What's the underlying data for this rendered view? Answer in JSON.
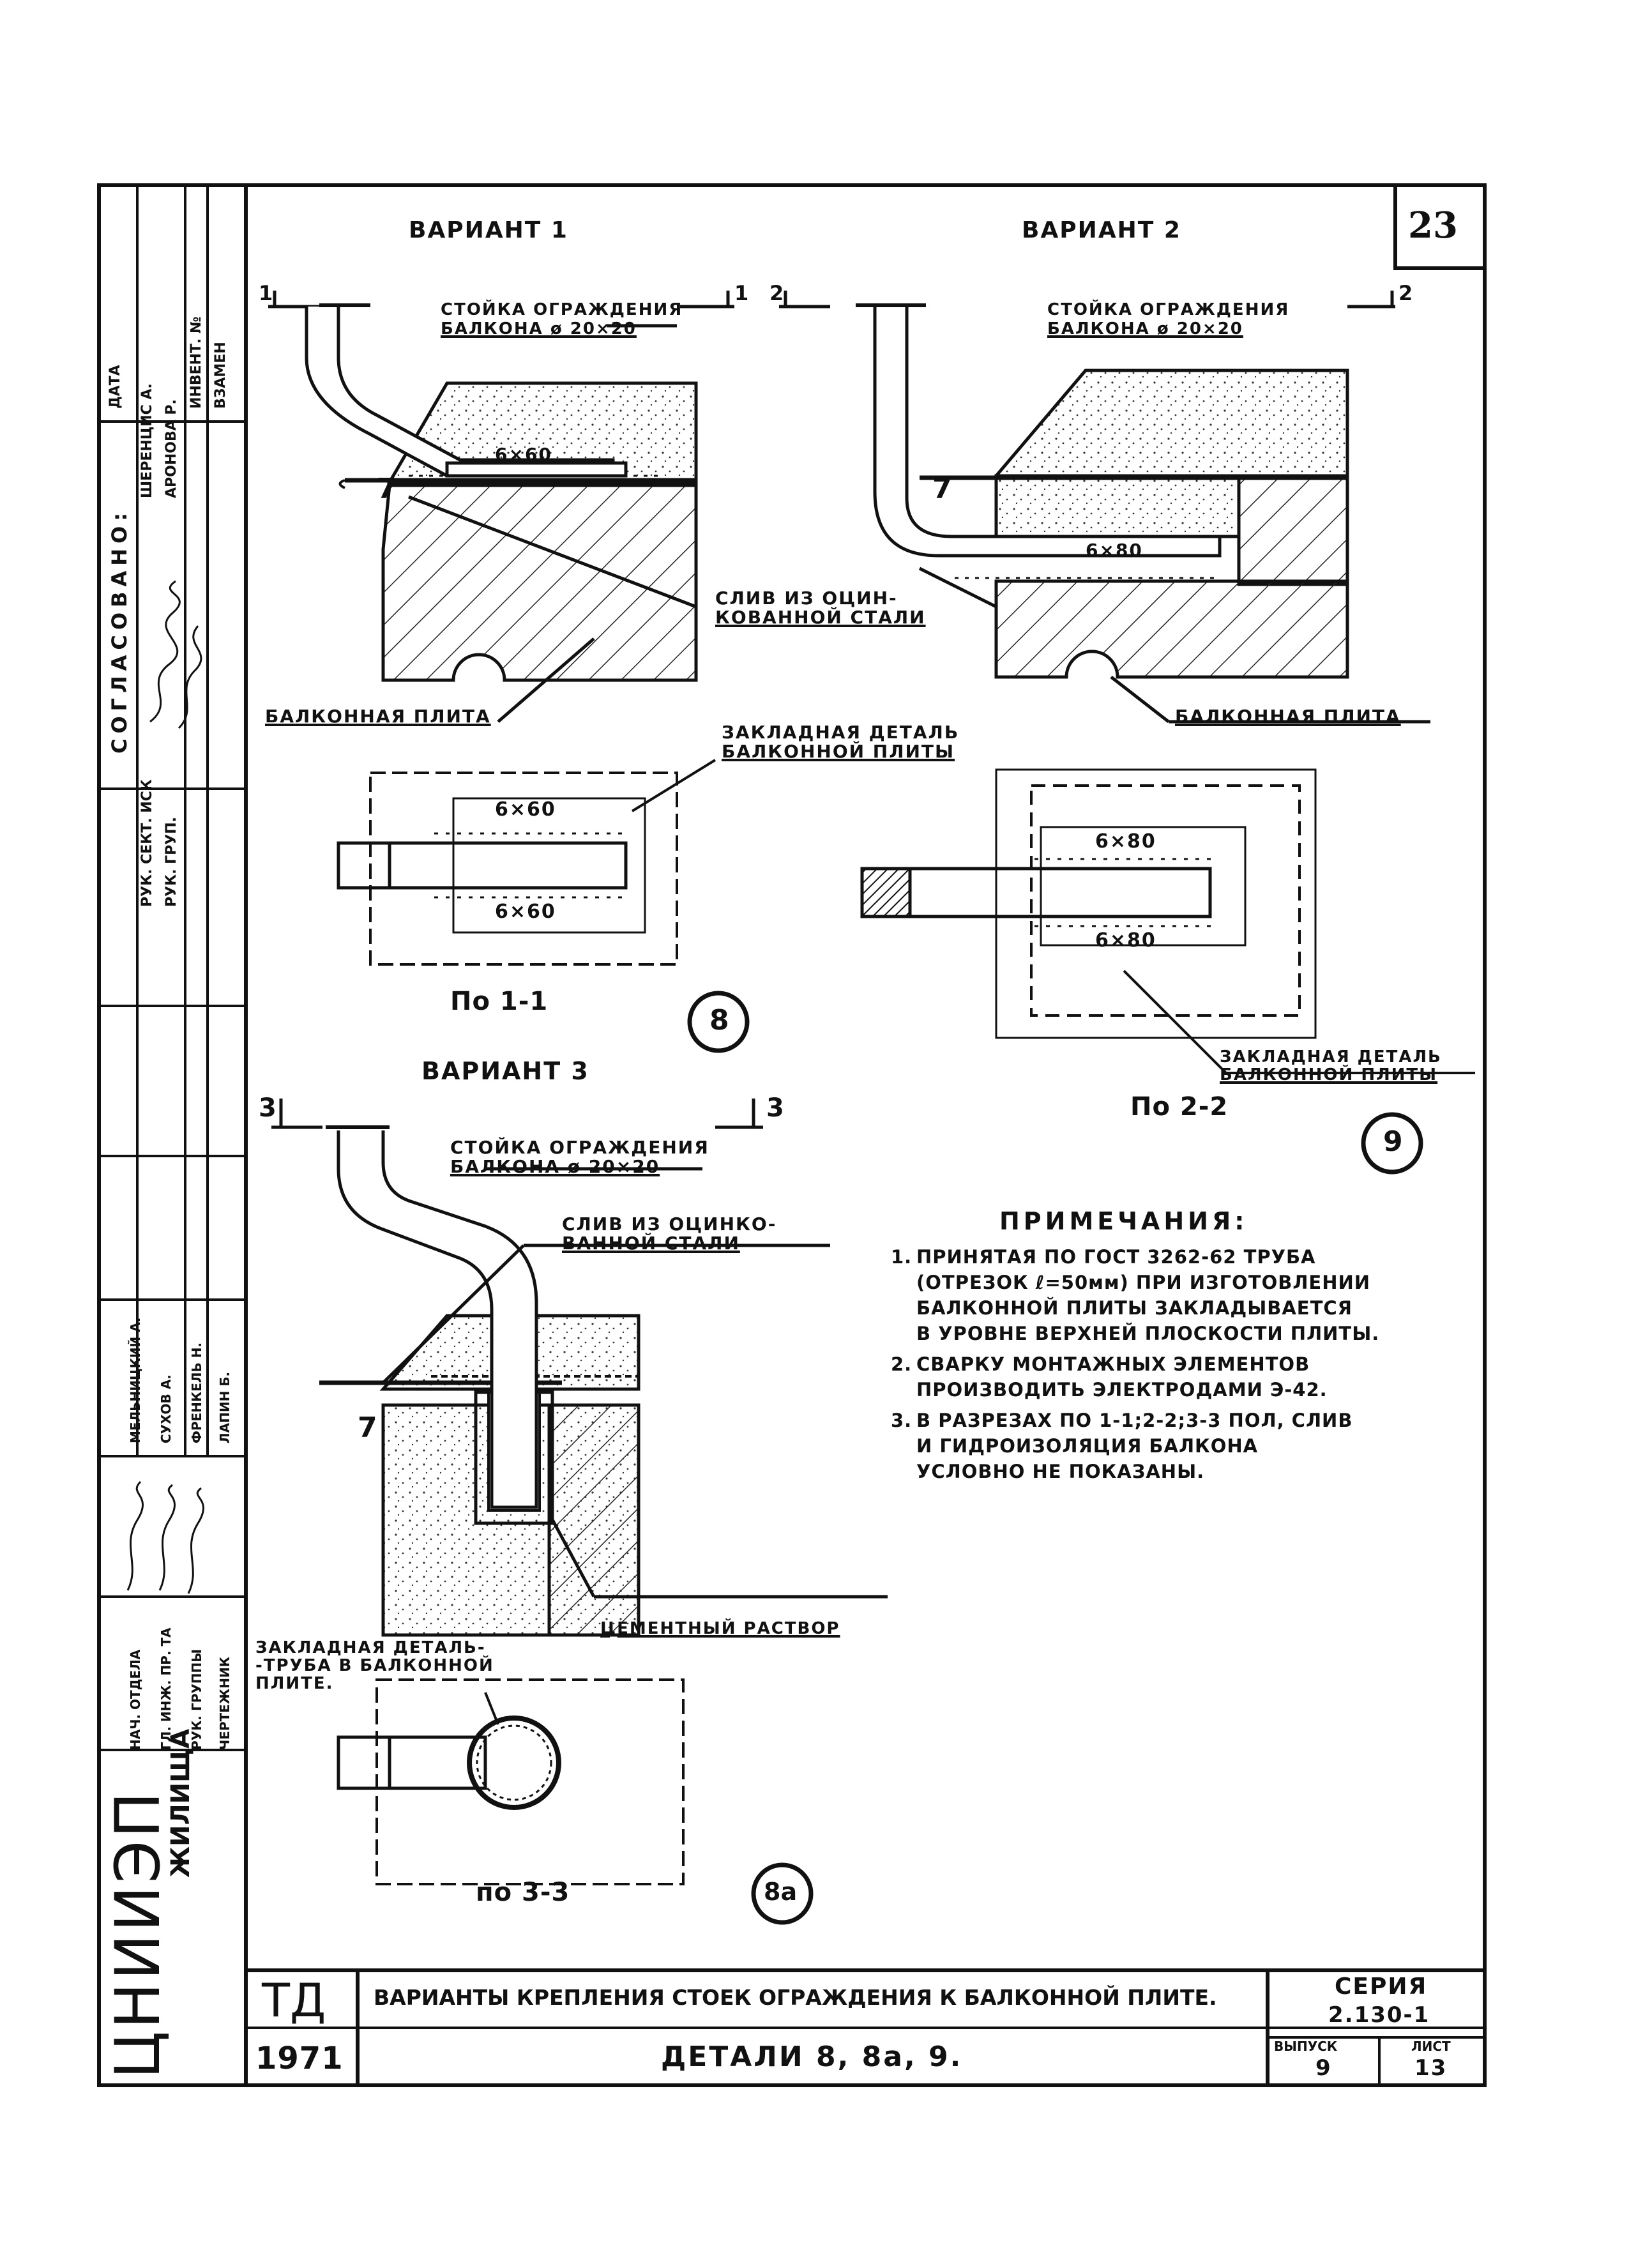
{
  "sheet_number": "23",
  "variant1": {
    "title": "ВАРИАНТ 1",
    "section_mark": "1",
    "post_label_line1": "СТОЙКА ОГРАЖДЕНИЯ",
    "post_label_line2": "БАЛКОНА ø 20×20",
    "dim_upper": "6×60",
    "plan_dim_top": "6×60",
    "plan_dim_bottom": "6×60",
    "plan_caption": "По 1-1",
    "detail_number": "8"
  },
  "variant2": {
    "title": "ВАРИАНТ 2",
    "section_mark": "2",
    "post_label_line1": "СТОЙКА ОГРАЖДЕНИЯ",
    "post_label_line2": "БАЛКОНА ø 20×20",
    "dim_upper": "6×80",
    "plan_dim_top": "6×80",
    "plan_dim_bottom": "6×80",
    "plan_caption": "По 2-2",
    "detail_number": "9",
    "embedded_label_line1": "ЗАКЛАДНАЯ ДЕТАЛЬ",
    "embedded_label_line2": "БАЛКОННОЙ ПЛИТЫ"
  },
  "shared_labels": {
    "drain_line1": "СЛИВ ИЗ ОЦИН-",
    "drain_line2": "КОВАННОЙ СТАЛИ",
    "slab_left": "БАЛКОННАЯ ПЛИТА",
    "slab_right": "БАЛКОННАЯ ПЛИТА",
    "embedded1_line1": "ЗАКЛАДНАЯ ДЕТАЛЬ",
    "embedded1_line2": "БАЛКОННОЙ ПЛИТЫ",
    "mark7": "7"
  },
  "variant3": {
    "title": "ВАРИАНТ 3",
    "section_mark": "3",
    "post_label_line1": "СТОЙКА ОГРАЖДЕНИЯ",
    "post_label_line2": "БАЛКОНА ø 20×20",
    "drain_line1": "СЛИВ ИЗ ОЦИНКО-",
    "drain_line2": "ВАННОЙ СТАЛИ",
    "mortar": "ЦЕМЕНТНЫЙ РАСТВОР",
    "embedded_line1": "ЗАКЛАДНАЯ ДЕТАЛЬ-",
    "embedded_line2": "-ТРУБА В БАЛКОННОЙ",
    "embedded_line3": "ПЛИТЕ.",
    "plan_caption": "по 3-3",
    "detail_number": "8а"
  },
  "notes": {
    "heading": "ПРИМЕЧАНИЯ:",
    "items": [
      {
        "n": "1.",
        "lines": [
          "ПРИНЯТАЯ ПО ГОСТ 3262-62 ТРУБА",
          "(ОТРЕЗОК ℓ=50мм) ПРИ ИЗГОТОВЛЕНИИ",
          "БАЛКОННОЙ ПЛИТЫ ЗАКЛАДЫВАЕТСЯ",
          "В УРОВНЕ ВЕРХНЕЙ ПЛОСКОСТИ ПЛИТЫ."
        ]
      },
      {
        "n": "2.",
        "lines": [
          "СВАРКУ МОНТАЖНЫХ ЭЛЕМЕНТОВ",
          "ПРОИЗВОДИТЬ ЭЛЕКТРОДАМИ Э-42."
        ]
      },
      {
        "n": "3.",
        "lines": [
          "В РАЗРЕЗАХ ПО 1-1;2-2;3-3  ПОЛ, СЛИВ",
          "И ГИДРОИЗОЛЯЦИЯ БАЛКОНА",
          "УСЛОВНО  НЕ ПОКАЗАНЫ."
        ]
      }
    ]
  },
  "title_block": {
    "code": "ТД",
    "year": "1971",
    "title": "ВАРИАНТЫ КРЕПЛЕНИЯ СТОЕК ОГРАЖДЕНИЯ К БАЛКОННОЙ ПЛИТЕ.",
    "subtitle": "ДЕТАЛИ 8, 8а, 9.",
    "series_label": "СЕРИЯ",
    "series_value": "2.130-1",
    "issue_label": "ВЫПУСК",
    "issue_value": "9",
    "sheet_label": "ЛИСТ",
    "sheet_value": "13"
  },
  "side_stamp": {
    "org": "ЦНИИЭП",
    "org_suffix": "ЖИЛИЩА",
    "agreed": "СОГЛАСОВАНО:",
    "date": "ДАТА",
    "inv_no": "ИНВЕНТ. №",
    "instead": "ВЗАМЕН",
    "agreed_rows": [
      {
        "role": "РУК. СЕКТ. ИСК",
        "name": "ШЕРЕНЦИС А."
      },
      {
        "role": "РУК. ГРУП.",
        "name": "АРОНОВА Р."
      }
    ],
    "staff_rows": [
      {
        "role": "НАЧ. ОТДЕЛА",
        "name": "МЕЛЬНИЦКИЙ А."
      },
      {
        "role": "ГЛ. ИНЖ. ПР. ТА",
        "name": "СУХОВ А."
      },
      {
        "role": "РУК. ГРУППЫ",
        "name": "ФРЕНКЕЛЬ Н."
      },
      {
        "role": "ЧЕРТЕЖНИК",
        "name": "ЛАПИН Б."
      }
    ]
  }
}
